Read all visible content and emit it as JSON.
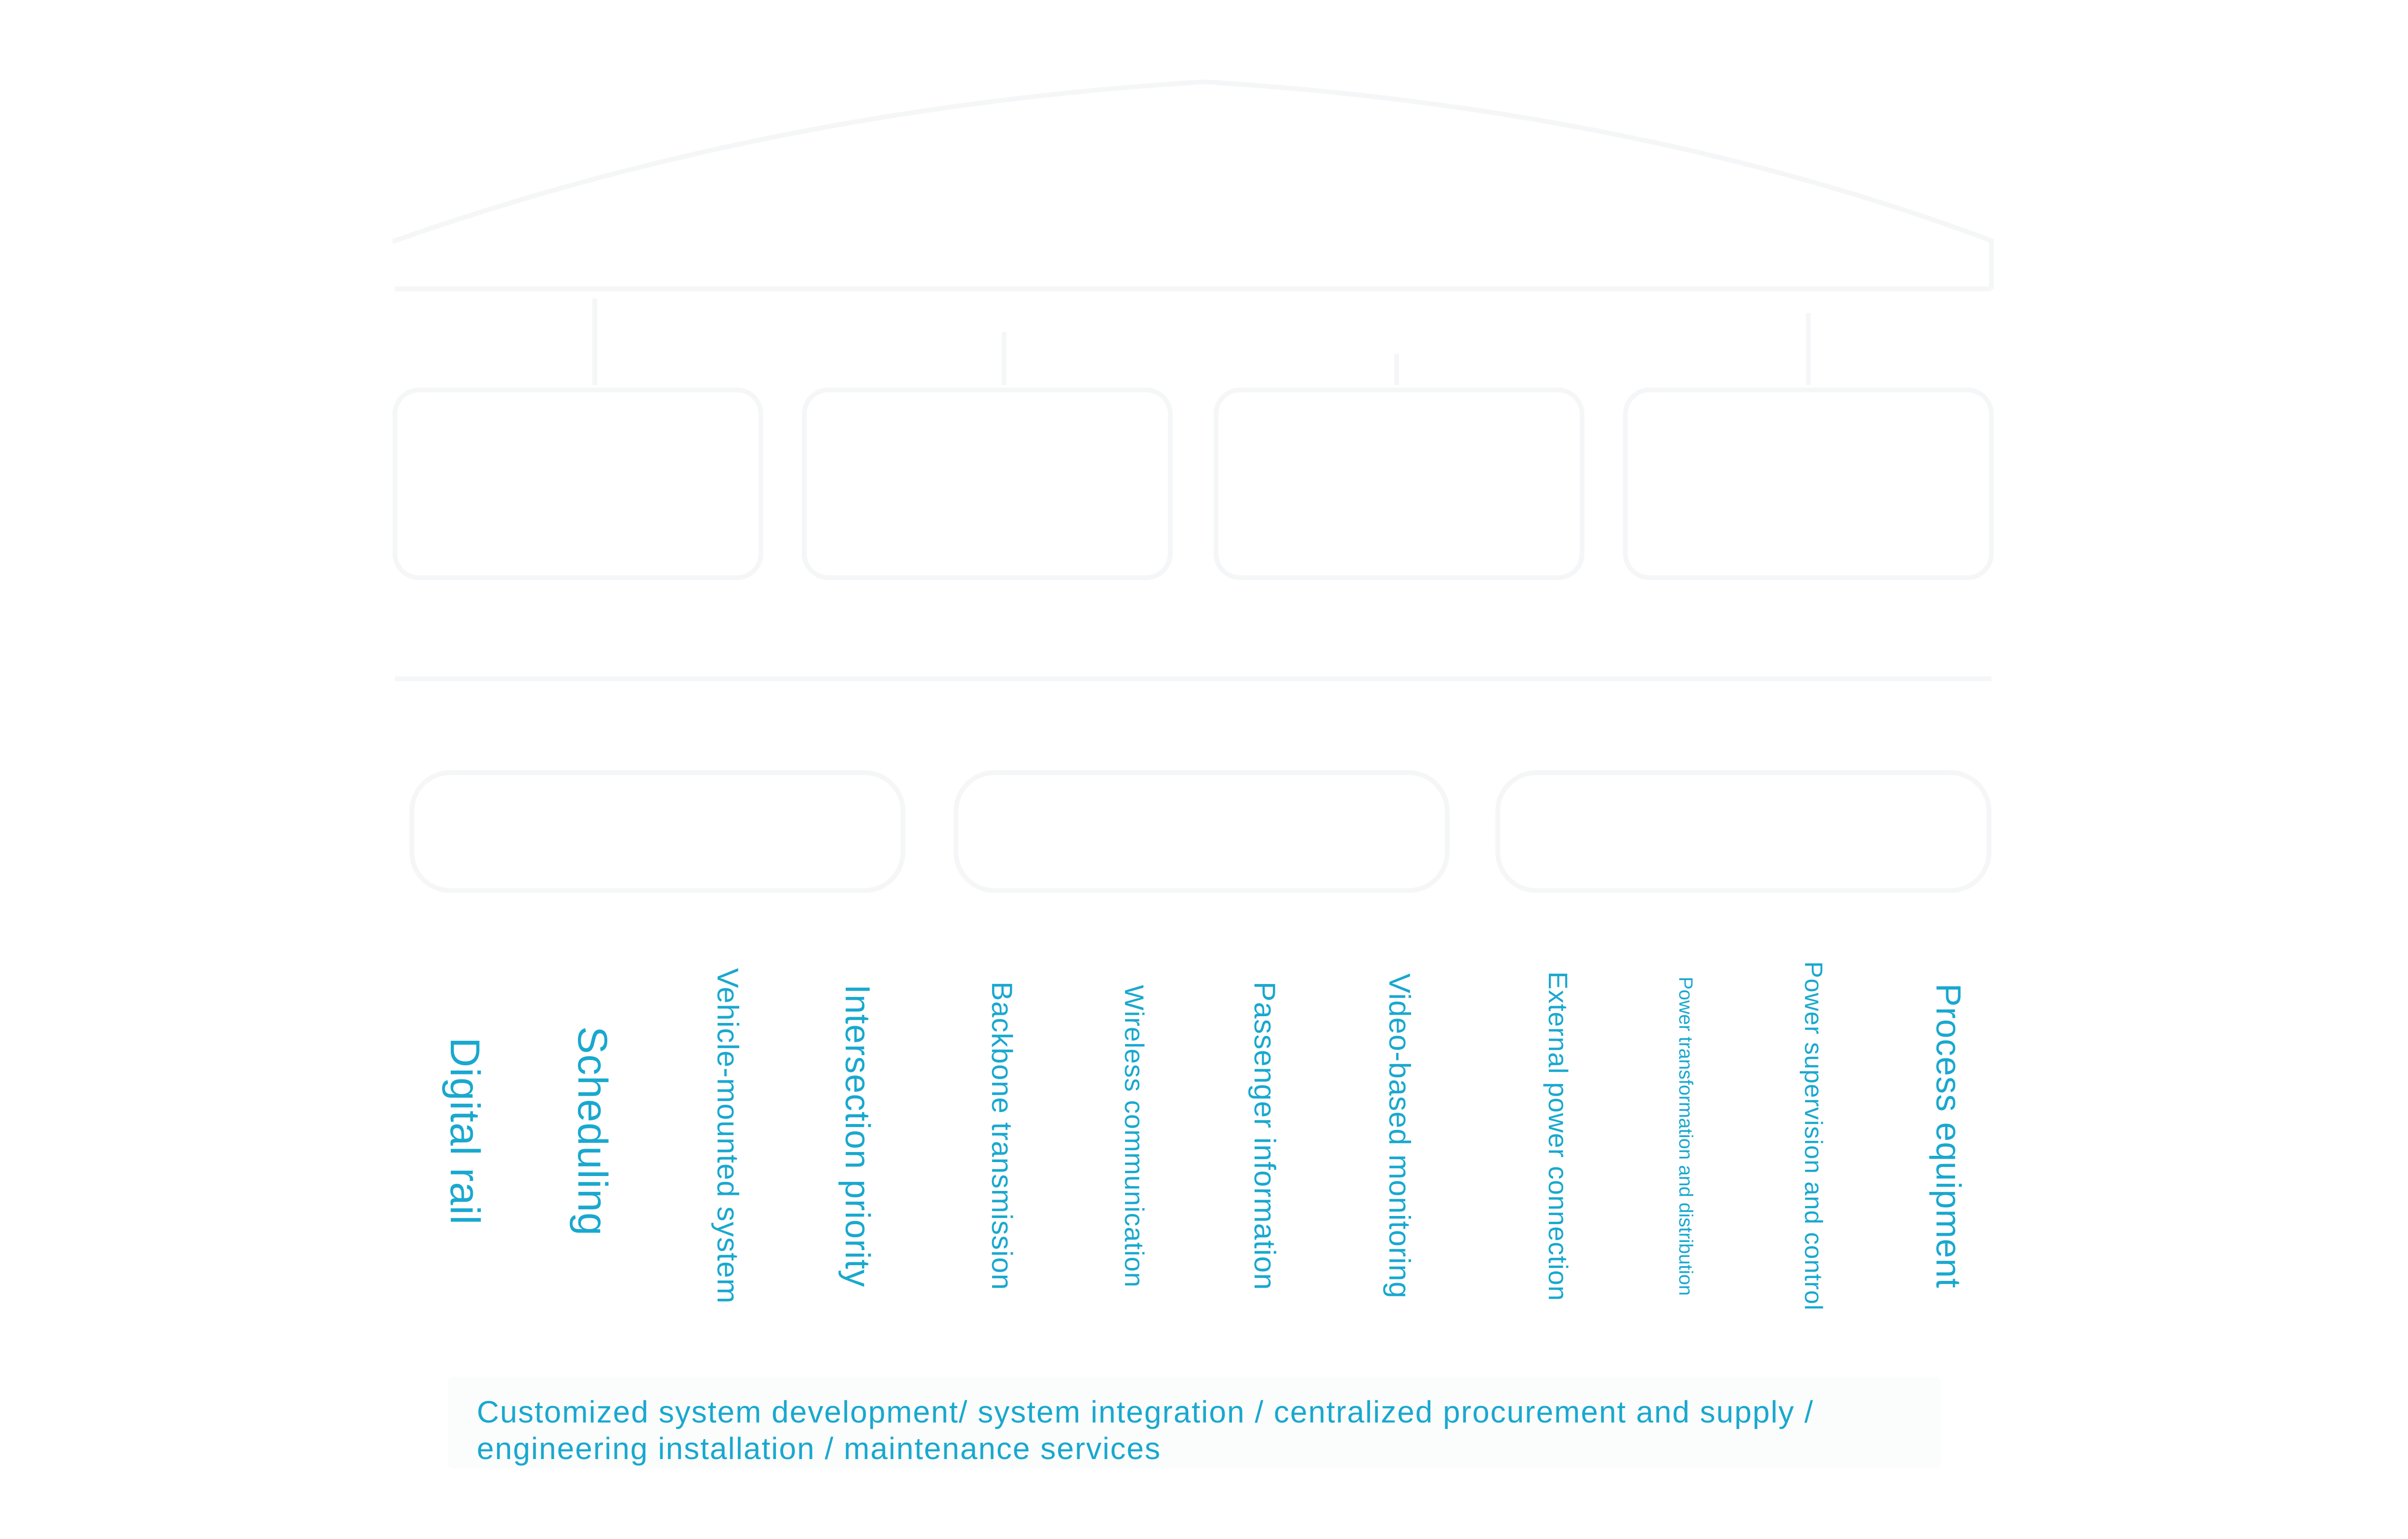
{
  "colors": {
    "label_text": "#19a8cf",
    "faint_structure": "#f5f6f7"
  },
  "labels": [
    "Digital rail",
    "Scheduling",
    "Vehicle-mounted system",
    "Intersection priority",
    "Backbone transmission",
    "Wireless communication",
    "Passenger information",
    "Video-based monitoring",
    "External power connection",
    "Power transformation and distribution",
    "Power supervision and control",
    "Process equipment"
  ],
  "services": {
    "line1": "Customized system development/ system integration / centralized procurement and supply /",
    "line2": "engineering installation / maintenance services"
  }
}
